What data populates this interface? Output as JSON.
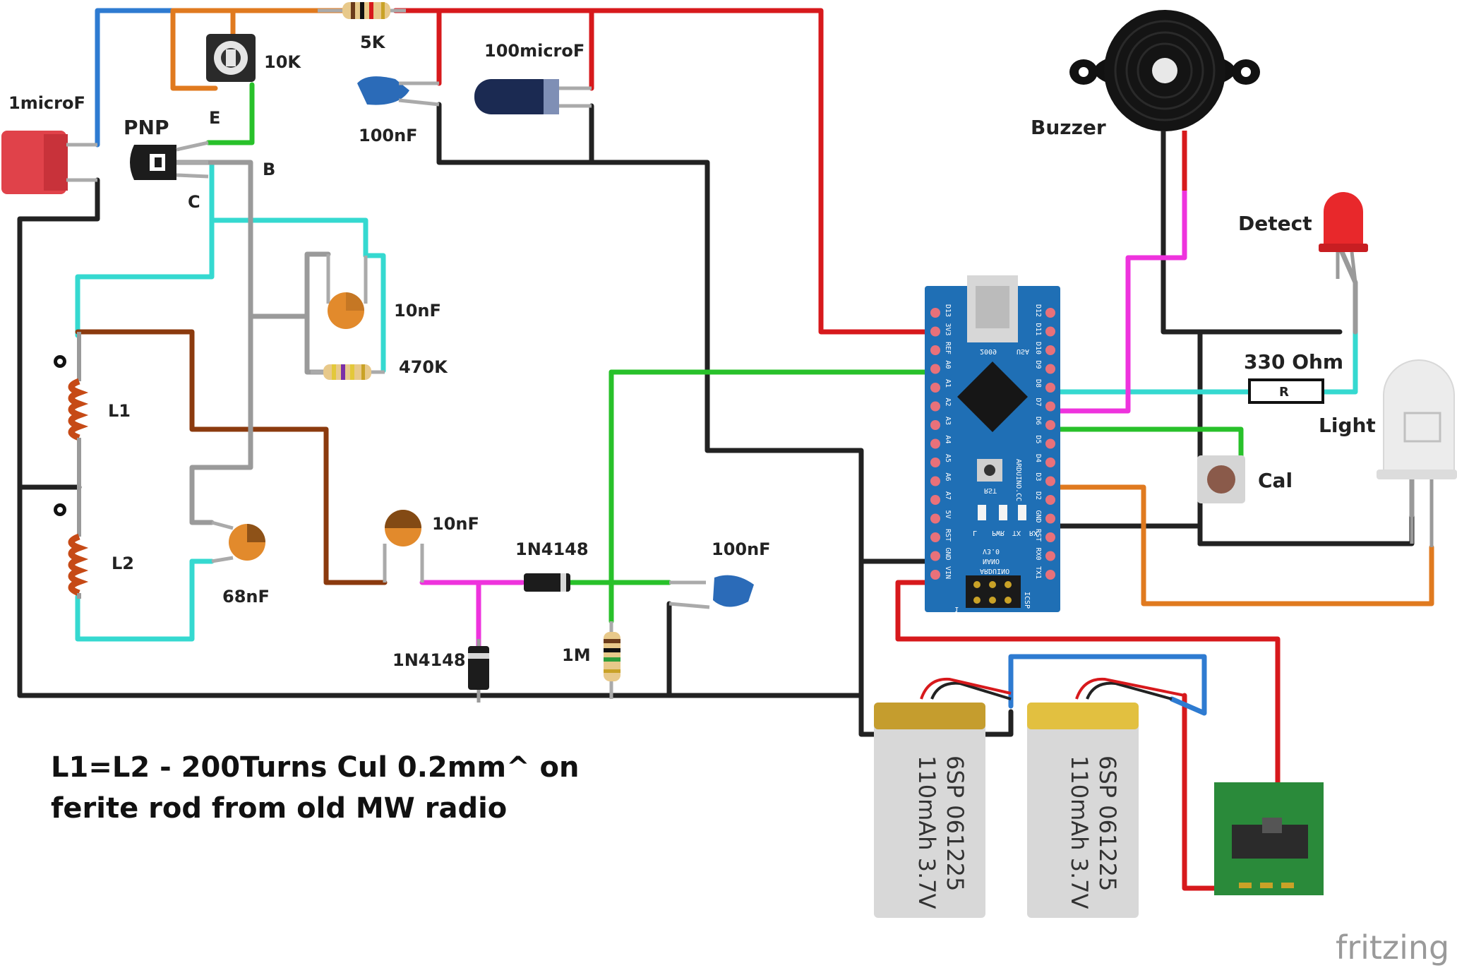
{
  "colors": {
    "red": "#d7191c",
    "black": "#222222",
    "blue": "#2e7bd1",
    "orange": "#e07a1f",
    "green": "#28c12a",
    "cyan": "#35d9d0",
    "brown": "#8b3a0e",
    "gray": "#9a9a9a",
    "magenta": "#ee33dd",
    "board": "#1f6fb5",
    "pcb": "#2a8a3a"
  },
  "components": {
    "c1": "1microF",
    "pnp": "PNP",
    "pin_e": "E",
    "pin_b": "B",
    "pin_c": "C",
    "pot": "10K",
    "r5k": "5K",
    "c100u": "100microF",
    "c100n_top": "100nF",
    "c10n_top": "10nF",
    "r470k": "470K",
    "l1": "L1",
    "l2": "L2",
    "c68n": "68nF",
    "c10n_mid": "10nF",
    "d1": "1N4148",
    "d2": "1N4148",
    "r1m": "1M",
    "c100n_bot": "100nF",
    "buzzer": "Buzzer",
    "led_detect": "Detect",
    "r330": "330 Ohm",
    "r_mark": "R",
    "led_light": "Light",
    "button": "Cal"
  },
  "arduino": {
    "left_pins": [
      "D13",
      "3V3",
      "REF",
      "A0",
      "A1",
      "A2",
      "A3",
      "A4",
      "A5",
      "A6",
      "A7",
      "5V",
      "RST",
      "GND",
      "VIN"
    ],
    "right_pins": [
      "D12",
      "D11",
      "D10",
      "D9",
      "D8",
      "D7",
      "D6",
      "D5",
      "D4",
      "D3",
      "D2",
      "GND",
      "RST",
      "RX0",
      "TX1"
    ],
    "texts": [
      "2009",
      "USA",
      "RST",
      "ARDUINO.CC",
      "L",
      "PWR",
      "TX",
      "RX",
      "V3.0",
      "NANO",
      "ARDUINO",
      "ICSP",
      "1"
    ]
  },
  "batteries": [
    {
      "line1": "6SP 061225",
      "line2": "110mAh 3.7V"
    },
    {
      "line1": "6SP 061225",
      "line2": "110mAh 3.7V"
    }
  ],
  "note": {
    "line1": "L1=L2 -  200Turns Cul 0.2mm^  on",
    "line2": "ferite rod from old MW radio"
  },
  "watermark": "fritzing"
}
